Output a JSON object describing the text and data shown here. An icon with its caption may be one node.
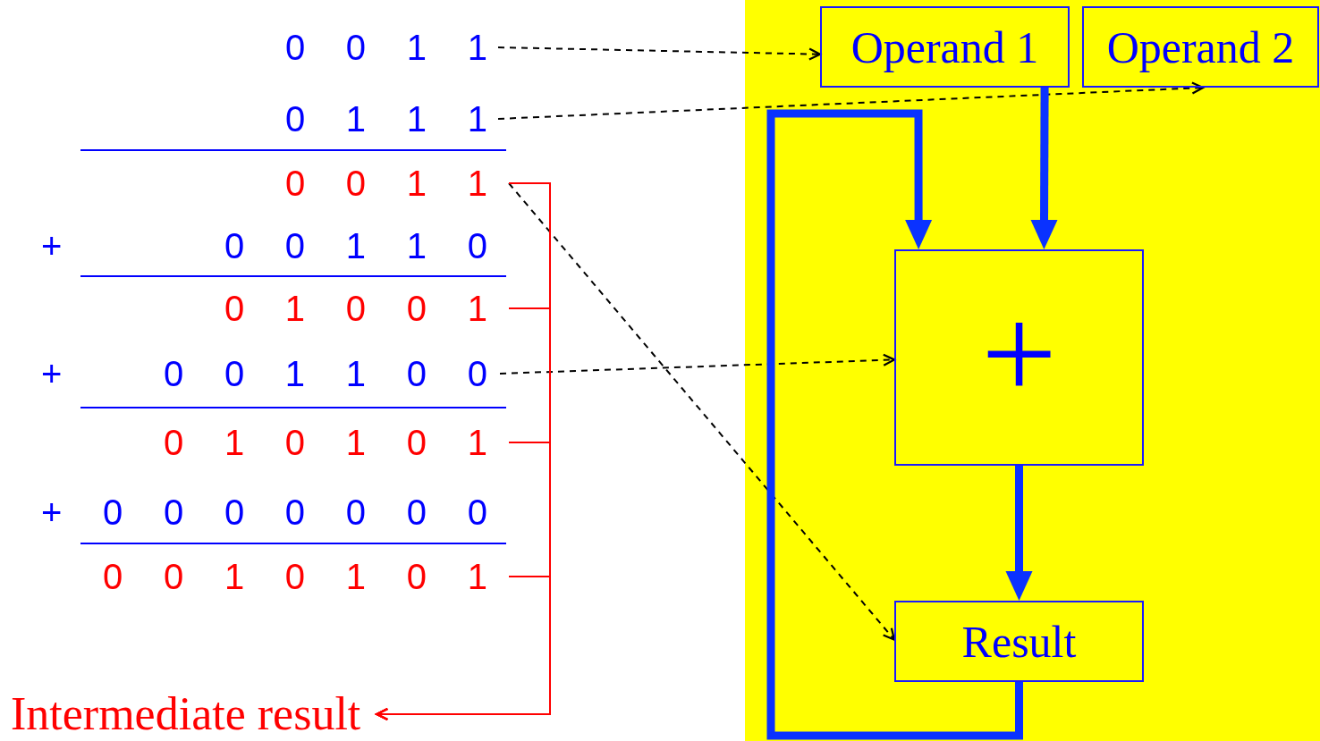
{
  "diagram": {
    "nodes": [
      {
        "text": [
          "0 0 1 1"
        ]
      },
      {
        "text": [
          "0 1 1 1"
        ]
      },
      {
        "text": [
          "0 0 1 1"
        ]
      },
      {
        "text": [
          "0 1 0 0 1"
        ]
      },
      {
        "text": [
          "+",
          "0 0 1 1 0 0"
        ]
      },
      {
        "text": [
          "0 1 0 1 0 1"
        ]
      },
      {
        "text": [
          "0 0 1 0 1 0 1"
        ]
      },
      {
        "text": [
          "Intermediate result"
        ]
      },
      {
        "text": [
          "Operand 1"
        ]
      },
      {
        "text": [
          "Operand 2"
        ]
      },
      {
        "text": [
          "+"
        ]
      },
      {
        "text": [
          "Result"
        ]
      }
    ],
    "edges": [
      {
        "from": 0,
        "to": 8,
        "arrow": "to",
        "style": "dashed"
      },
      {
        "from": 1,
        "to": 9,
        "arrow": "to",
        "style": "dashed"
      },
      {
        "from": 2,
        "to": 11,
        "arrow": "to",
        "style": "dashed"
      },
      {
        "from": 4,
        "to": 10,
        "arrow": "to",
        "style": "dashed"
      },
      {
        "from": 2,
        "to": 7,
        "arrow": "to",
        "color": "#ff0000"
      },
      {
        "from": 3,
        "to": 7,
        "arrow": "to",
        "color": "#ff0000"
      },
      {
        "from": 5,
        "to": 7,
        "arrow": "to",
        "color": "#ff0000"
      },
      {
        "from": 6,
        "to": 7,
        "arrow": "to",
        "color": "#ff0000"
      },
      {
        "from": 8,
        "to": 10,
        "arrow": "to",
        "style": "thick",
        "color": "#0a32ff"
      },
      {
        "from": 11,
        "to": 10,
        "arrow": "to",
        "style": "thick",
        "color": "#0a32ff"
      },
      {
        "from": 10,
        "to": 11,
        "arrow": "to",
        "style": "thick",
        "color": "#0a32ff"
      }
    ],
    "labels": [
      "+",
      "0 0 1 1 0",
      "+",
      "0 0 0 0 0 0 0"
    ]
  }
}
